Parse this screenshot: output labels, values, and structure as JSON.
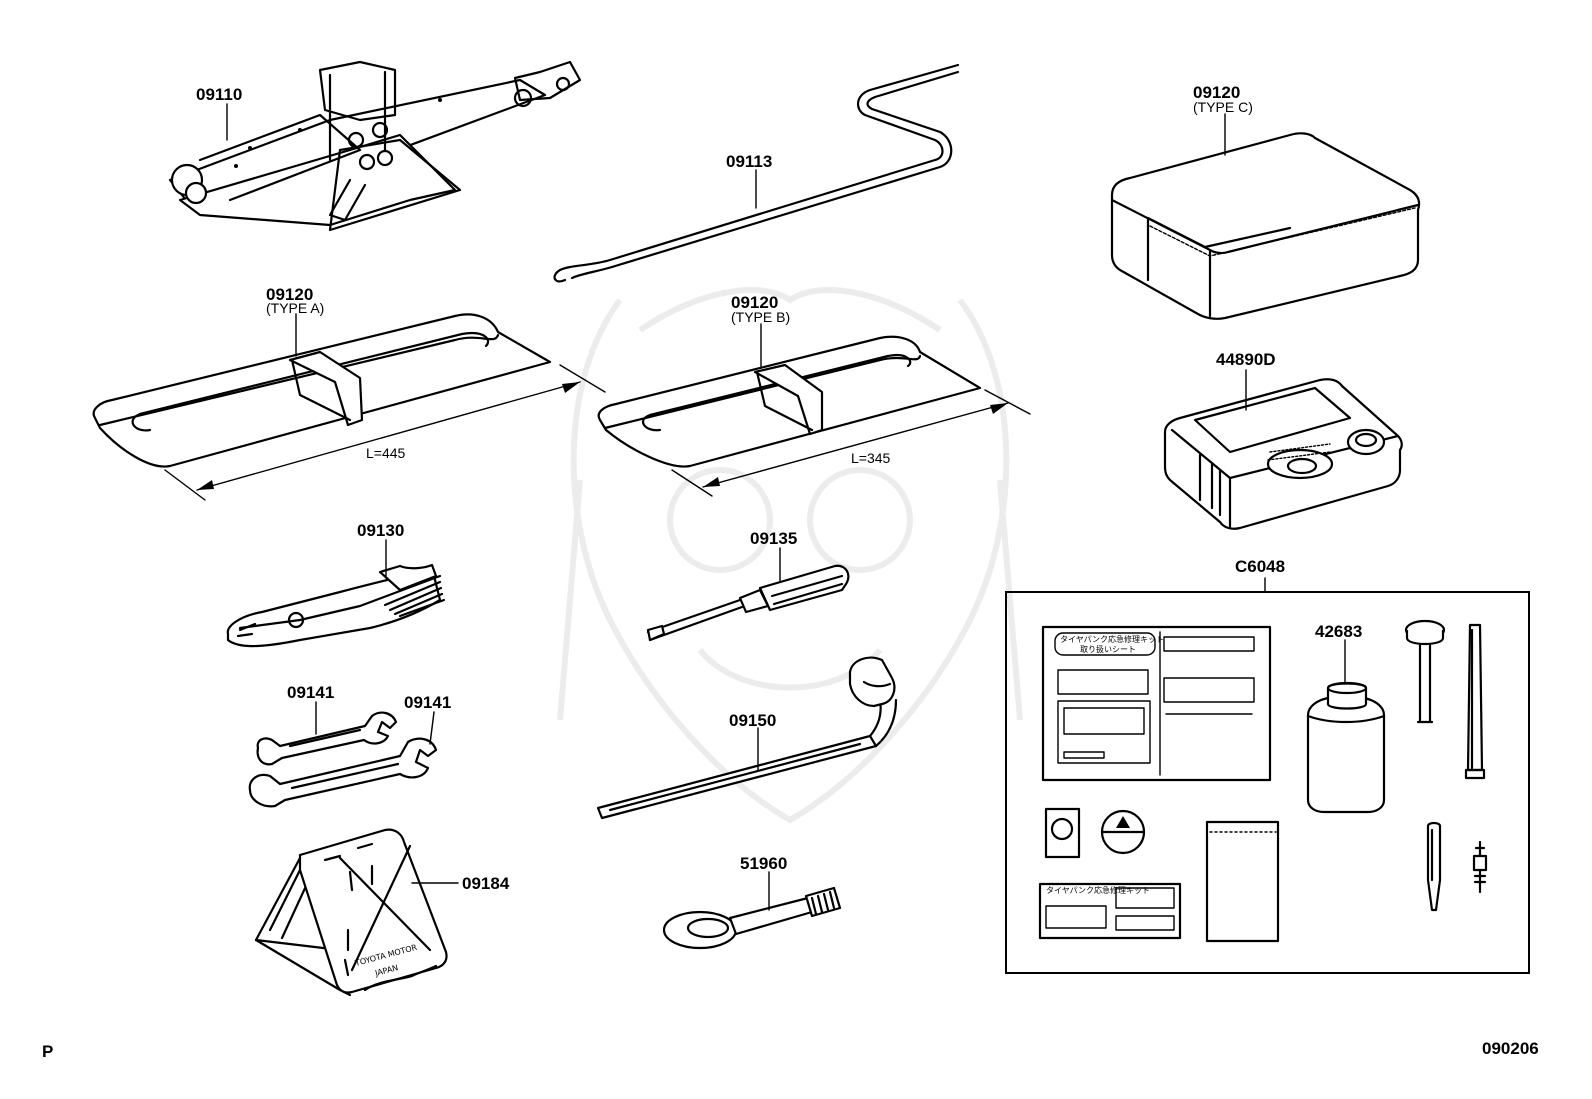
{
  "labels": {
    "jack": "09110",
    "jack_handle": "09113",
    "bag_c": "09120",
    "bag_c_type": "(TYPE C)",
    "bag_a": "09120",
    "bag_a_type": "(TYPE A)",
    "bag_a_length": "L=445",
    "bag_b": "09120",
    "bag_b_type": "(TYPE B)",
    "bag_b_length": "L=345",
    "compressor": "44890D",
    "pliers": "09130",
    "screwdriver": "09135",
    "wrench_left": "09141",
    "wrench_right": "09141",
    "wheel_wrench": "09150",
    "chock": "09184",
    "towing_eye": "51960",
    "repair_kit": "C6048",
    "sealant_bottle": "42683"
  },
  "chock_marking": {
    "line1": "TOYOTA MOTOR",
    "line2": "JAPAN"
  },
  "sheet_text": {
    "title1": "タイヤパンク応急修理キット",
    "title2": "取り扱いシート",
    "label": "タイヤパンク応急修理キット"
  },
  "footer": {
    "left": "P",
    "right": "090206"
  }
}
